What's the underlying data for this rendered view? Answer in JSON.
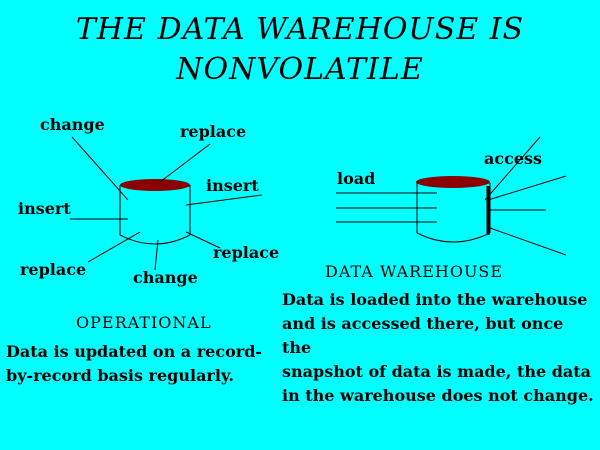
{
  "title": {
    "line1": "THE DATA WAREHOUSE IS",
    "line2": "NONVOLATILE"
  },
  "operational": {
    "labels": {
      "change_top": "change",
      "replace_top": "replace",
      "insert_right": "insert",
      "insert_left": "insert",
      "replace_right": "replace",
      "replace_left": "replace",
      "change_bottom": "change"
    },
    "caption": "OPERATIONAL",
    "description_line1": "Data is updated on a record-",
    "description_line2": "by-record basis regularly."
  },
  "warehouse": {
    "labels": {
      "load": "load",
      "access": "access"
    },
    "caption": "DATA WAREHOUSE",
    "description_line1": "Data is loaded into the warehouse",
    "description_line2": "and is accessed there, but once the",
    "description_line3": "snapshot of data is made, the data",
    "description_line4": "in the warehouse does not change."
  },
  "colors": {
    "background": "#00ffff",
    "cylinder_top": "#8b0000",
    "text": "#000000"
  }
}
